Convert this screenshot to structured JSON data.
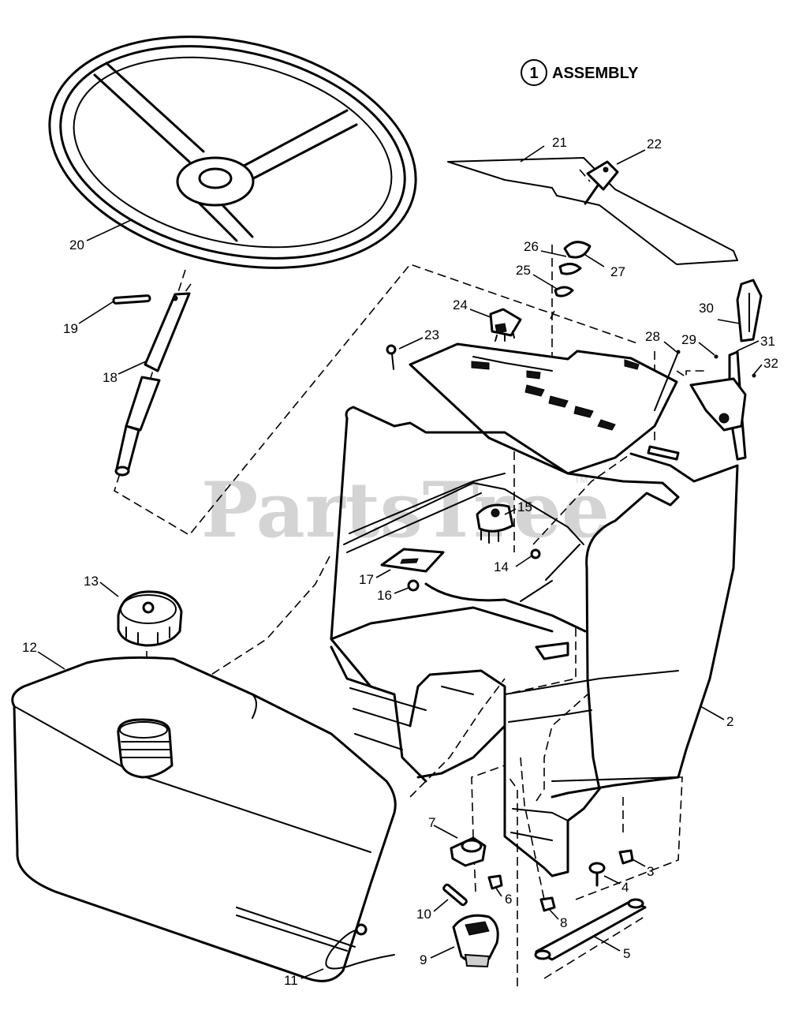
{
  "header": {
    "assembly_number": "1",
    "assembly_label": "ASSEMBLY"
  },
  "watermark": {
    "text": "PartsTree",
    "trademark": "TM"
  },
  "callouts": [
    {
      "id": "20",
      "part": "steering-wheel"
    },
    {
      "id": "19",
      "part": "roll-pin"
    },
    {
      "id": "18",
      "part": "steering-shaft"
    },
    {
      "id": "21",
      "part": "decal-panel"
    },
    {
      "id": "22",
      "part": "ignition-key"
    },
    {
      "id": "26",
      "part": "nut"
    },
    {
      "id": "27",
      "part": "bezel"
    },
    {
      "id": "25",
      "part": "washer"
    },
    {
      "id": "24",
      "part": "switch"
    },
    {
      "id": "23",
      "part": "screw"
    },
    {
      "id": "28",
      "part": "pin"
    },
    {
      "id": "29",
      "part": "pin"
    },
    {
      "id": "30",
      "part": "throttle-knob"
    },
    {
      "id": "31",
      "part": "lever"
    },
    {
      "id": "32",
      "part": "pin"
    },
    {
      "id": "15",
      "part": "ignition-switch"
    },
    {
      "id": "14",
      "part": "nut"
    },
    {
      "id": "17",
      "part": "bracket-plate"
    },
    {
      "id": "16",
      "part": "nut"
    },
    {
      "id": "13",
      "part": "fuel-cap"
    },
    {
      "id": "12",
      "part": "fuel-tank"
    },
    {
      "id": "2",
      "part": "dash-console"
    },
    {
      "id": "3",
      "part": "nut"
    },
    {
      "id": "4",
      "part": "bolt"
    },
    {
      "id": "5",
      "part": "strap"
    },
    {
      "id": "7",
      "part": "switch"
    },
    {
      "id": "6",
      "part": "nut"
    },
    {
      "id": "8",
      "part": "nut"
    },
    {
      "id": "10",
      "part": "pin"
    },
    {
      "id": "9",
      "part": "ignition-switch"
    },
    {
      "id": "11",
      "part": "wire"
    }
  ]
}
